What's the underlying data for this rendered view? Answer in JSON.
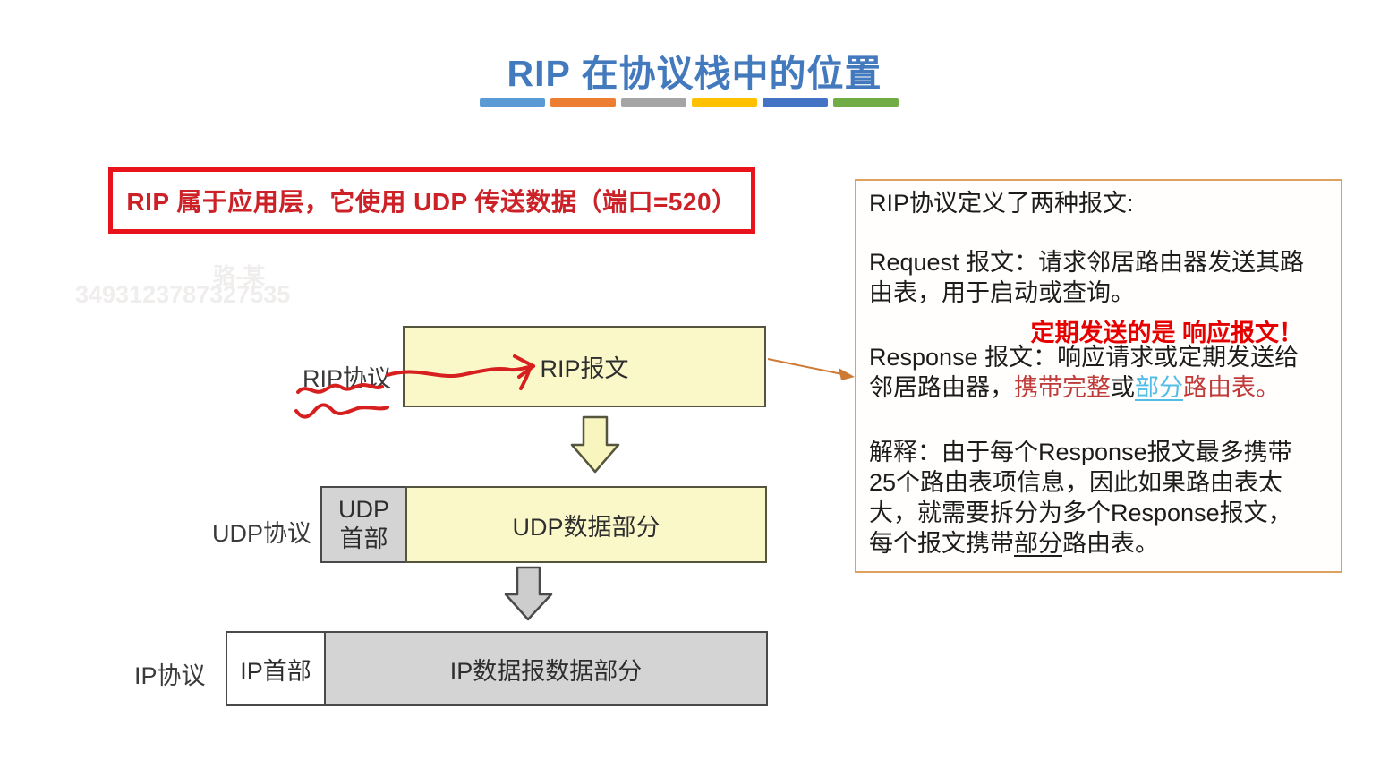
{
  "title": {
    "text": "RIP 在协议栈中的位置",
    "color": "#4379BD"
  },
  "title_underline": {
    "colors": [
      "#5B9BD5",
      "#ED7D31",
      "#A5A5A5",
      "#FFC000",
      "#4472C4",
      "#70AD47"
    ]
  },
  "watermark": {
    "name": "骆-某",
    "number": "3493123787327535"
  },
  "highlight_box": {
    "text": "RIP 属于应用层，它使用 UDP 传送数据（端口=520）",
    "border_color": "#E9141B",
    "text_color": "#CB2127"
  },
  "diagram": {
    "rip_row": {
      "label": "RIP协议",
      "message_box": "RIP报文"
    },
    "udp_row": {
      "label": "UDP协议",
      "header_box": "UDP\n首部",
      "data_box": "UDP数据部分"
    },
    "ip_row": {
      "label": "IP协议",
      "header_box": "IP首部",
      "data_box": "IP数据报数据部分"
    },
    "colors": {
      "yellow_fill": "#FAF8C9",
      "gray_fill": "#D4D4D4",
      "white_fill": "#FFFFFF"
    }
  },
  "panel": {
    "border_color": "#DDA05E",
    "intro": "RIP协议定义了两种报文:",
    "request": "Request 报文：请求邻居路由器发送其路\n由表，用于启动或查询。",
    "annotation": {
      "text": "定期发送的是 响应报文！",
      "color": "#E60000"
    },
    "response": {
      "prefix": "Response 报文：响应请求或定期发送给\n邻居路由器，",
      "red1": "携带完整",
      "mid": "或",
      "blue_underlined": "部分",
      "red2": "路由表。"
    },
    "explain": {
      "color": "#2EA7DB",
      "prefix": "解释：由于每个Response报文最多携带\n25个路由表项信息，因此如果路由表太\n大，就需要拆分为多个Response报文，\n每个报文携带",
      "underlined": "部分",
      "suffix": "路由表。"
    }
  }
}
